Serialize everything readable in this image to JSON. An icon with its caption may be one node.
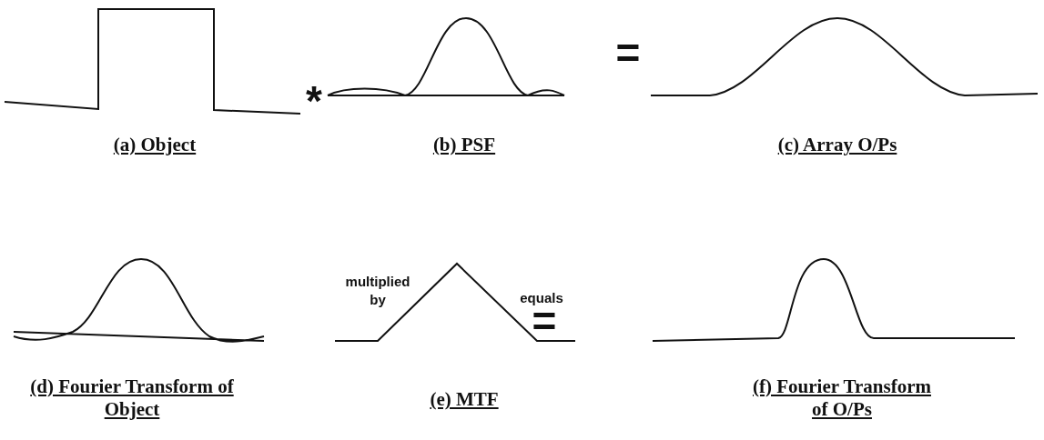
{
  "diagram": {
    "labels": [
      "*",
      "=",
      "(a) Object",
      "(b) PSF",
      "(c) Array O/Ps",
      "multiplied by",
      "equals",
      "=",
      "(d) Fourier Transform of Object",
      "(e) MTF",
      "(f) Fourier Transform of O/Ps"
    ]
  }
}
